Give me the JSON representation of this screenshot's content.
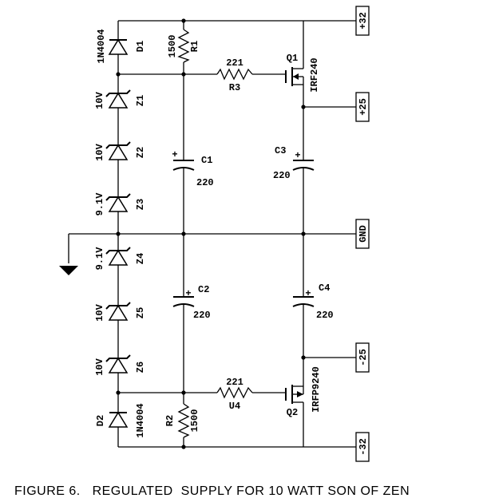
{
  "caption": "FIGURE 6.   REGULATED  SUPPLY FOR 10 WATT SON OF ZEN",
  "terminals": {
    "t_plus32": "+32",
    "t_plus25": "+25",
    "t_gnd": "GND",
    "t_minus25": "-25",
    "t_minus32": "-32"
  },
  "diodes": {
    "d1_name": "D1",
    "d1_part": "1N4004",
    "d2_name": "D2",
    "d2_part": "1N4004"
  },
  "zeners": {
    "z1_name": "Z1",
    "z1_val": "10V",
    "z2_name": "Z2",
    "z2_val": "10V",
    "z3_name": "Z3",
    "z3_val": "9.1V",
    "z4_name": "Z4",
    "z4_val": "9.1V",
    "z5_name": "Z5",
    "z5_val": "10V",
    "z6_name": "Z6",
    "z6_val": "10V"
  },
  "resistors": {
    "r1_name": "R1",
    "r1_val": "1500",
    "r2_name": "R2",
    "r2_val": "1500",
    "r3_name": "R3",
    "r3_val": "221",
    "u4_name": "U4",
    "u4_val": "221"
  },
  "capacitors": {
    "c1_name": "C1",
    "c1_val": "220",
    "c2_name": "C2",
    "c2_val": "220",
    "c3_name": "C3",
    "c3_val": "220",
    "c4_name": "C4",
    "c4_val": "220",
    "plus": "+"
  },
  "transistors": {
    "q1_name": "Q1",
    "q1_part": "IRF240",
    "q2_name": "Q2",
    "q2_part": "IRFP9240"
  }
}
